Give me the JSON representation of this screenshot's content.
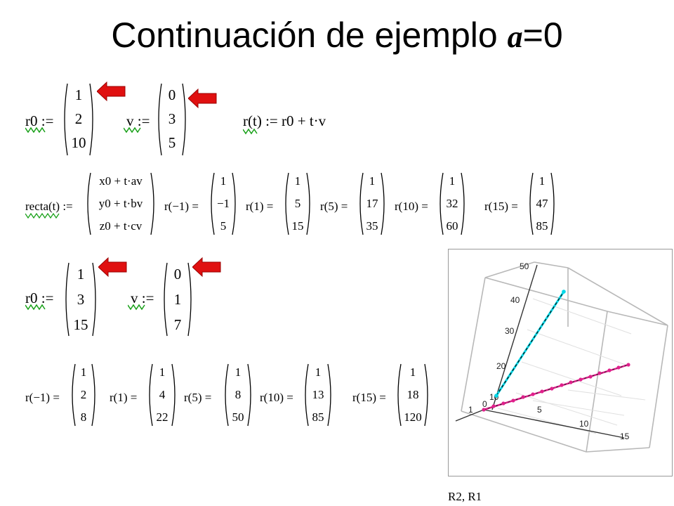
{
  "title": {
    "main": "Continuación de ejemplo ",
    "var": "a",
    "suffix": "=0"
  },
  "block1": {
    "r0_label": "r0",
    "assign": ":=",
    "r0": [
      "1",
      "2",
      "10"
    ],
    "v_label": "v",
    "v": [
      "0",
      "3",
      "5"
    ],
    "rt_label": "r(t)",
    "rt_expr": "r0 + t·v"
  },
  "block2": {
    "recta_label": "recta(t)",
    "assign": ":=",
    "recta": [
      "x0 + t·av",
      "y0 + t·bv",
      "z0 + t·cv"
    ],
    "evals": [
      {
        "label": "r(−1) =",
        "values": [
          "1",
          "−1",
          "5"
        ]
      },
      {
        "label": "r(1) =",
        "values": [
          "1",
          "5",
          "15"
        ]
      },
      {
        "label": "r(5) =",
        "values": [
          "1",
          "17",
          "35"
        ]
      },
      {
        "label": "r(10) =",
        "values": [
          "1",
          "32",
          "60"
        ]
      },
      {
        "label": "r(15) =",
        "values": [
          "1",
          "47",
          "85"
        ]
      }
    ]
  },
  "block3": {
    "r0_label": "r0",
    "assign": ":=",
    "r0": [
      "1",
      "3",
      "15"
    ],
    "v_label": "v",
    "v": [
      "0",
      "1",
      "7"
    ]
  },
  "block4": {
    "evals": [
      {
        "label": "r(−1) =",
        "values": [
          "1",
          "2",
          "8"
        ]
      },
      {
        "label": "r(1) =",
        "values": [
          "1",
          "4",
          "22"
        ]
      },
      {
        "label": "r(5) =",
        "values": [
          "1",
          "8",
          "50"
        ]
      },
      {
        "label": "r(10) =",
        "values": [
          "1",
          "13",
          "85"
        ]
      },
      {
        "label": "r(15) =",
        "values": [
          "1",
          "18",
          "120"
        ]
      }
    ]
  },
  "plot": {
    "z_ticks": [
      "50",
      "40",
      "30",
      "20",
      "10"
    ],
    "x_ticks": [
      "5",
      "10",
      "15"
    ],
    "corner_labels": [
      "0",
      "1"
    ],
    "caption": "R2, R1",
    "line_colors": {
      "line_a": "#00d8e8",
      "line_b": "#e0208c"
    }
  },
  "colors": {
    "arrow": "#e01010",
    "squiggle": "#18a018"
  }
}
